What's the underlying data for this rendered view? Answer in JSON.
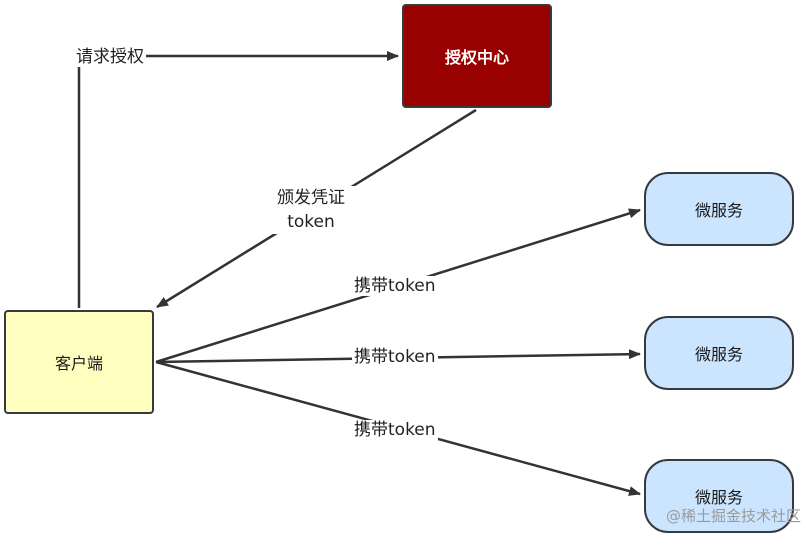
{
  "nodes": {
    "auth_center": "授权中心",
    "client": "客户端",
    "services": [
      "微服务",
      "微服务",
      "微服务"
    ]
  },
  "edges": {
    "request_auth": "请求授权",
    "issue_line1": "颁发凭证",
    "issue_line2": "token",
    "carry_token": [
      "携带token",
      "携带token",
      "携带token"
    ]
  },
  "colors": {
    "auth_center_fill": "#990000",
    "client_fill": "#ffffc0",
    "service_fill": "#cce5ff",
    "edge_stroke": "#333333"
  },
  "watermark": "@稀土掘金技术社区"
}
